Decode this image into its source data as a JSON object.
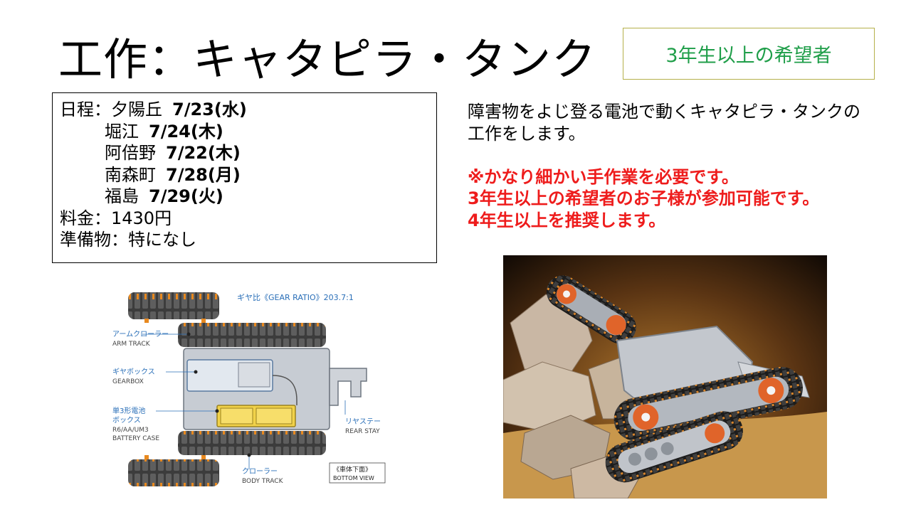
{
  "header": {
    "title": "工作：キャタピラ・タンク",
    "badge": "3年生以上の希望者"
  },
  "schedule": {
    "label": "日程：",
    "entries": [
      {
        "place": "夕陽丘",
        "date": "7/23(水)"
      },
      {
        "place": "堀江",
        "date": "7/24(木)"
      },
      {
        "place": "阿倍野",
        "date": "7/22(木)"
      },
      {
        "place": "南森町",
        "date": "7/28(月)"
      },
      {
        "place": "福島",
        "date": "7/29(火)"
      }
    ],
    "fee": "料金：1430円",
    "items": "準備物：特になし"
  },
  "description": {
    "line1": "障害物をよじ登る電池で動くキャタピラ・タンクの",
    "line2": "工作をします。",
    "warn1": "※かなり細かい手作業を必要です。",
    "warn2": "3年生以上の希望者のお子様が参加可能です。",
    "warn3": "4年生以上を推奨します。"
  },
  "diagram": {
    "gear_ratio": "ギヤ比《GEAR RATIO》203.7:1",
    "arm_track_jp": "アームクローラー",
    "arm_track_en": "ARM TRACK",
    "gearbox_jp": "ギヤボックス",
    "gearbox_en": "GEARBOX",
    "battery_jp1": "単3形電池",
    "battery_jp2": "ボックス",
    "battery_en1": "R6/AA/UM3",
    "battery_en2": "BATTERY CASE",
    "rear_stay_jp": "リヤステー",
    "rear_stay_en": "REAR STAY",
    "body_track_jp": "クローラー",
    "body_track_en": "BODY TRACK",
    "bottom_view_jp": "《車体下面》",
    "bottom_view_en": "BOTTOM VIEW"
  },
  "colors": {
    "badge_text": "#1f9e49",
    "badge_border": "#b5b04a",
    "warning": "#ee1c1c",
    "diagram_label": "#2a6fb8"
  }
}
